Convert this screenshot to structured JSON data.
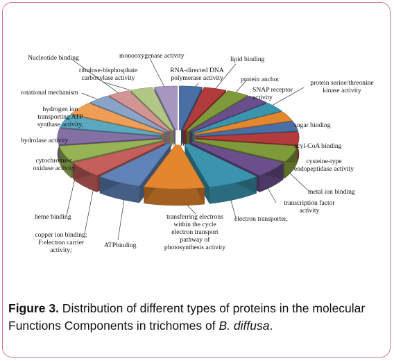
{
  "chart_data": {
    "type": "pie",
    "title": "",
    "categories": [
      "RNA-directed DNA polymerase activity",
      "lipid binding",
      "protein anchor",
      "SNAP receptor activity",
      "protein serine/threonine kinase activity",
      "sugar binding",
      "acyl-CoA binding",
      "cysteine-type endopeptidase activity",
      "metal ion binding",
      "transcription factor activity",
      "electron transporter,",
      "transferring electrons within the cycle electron transport pathway of photosynthesis activity",
      "ATPbinding",
      "copper ion binding; F:electron carrier activity;",
      "heme binding",
      "cytochrome-c oxidase activity",
      "hydrolase activity",
      "hydrogen ion transporting ATP synthase activity,",
      "rotational mechanism",
      "Nucleotide binding",
      "ribulose-bisphosphate carboxylase activity",
      "monooxygenase activity"
    ],
    "values": [
      3,
      3,
      3,
      3,
      3,
      3,
      3,
      4,
      5,
      5,
      7,
      8,
      6,
      5,
      5,
      5,
      4,
      4,
      3,
      3,
      3,
      3
    ],
    "colors": [
      "#4a6fa5",
      "#b23b3b",
      "#7f9a3a",
      "#6a4f8c",
      "#3b94ae",
      "#e3862e",
      "#4a6fa5",
      "#b23b3b",
      "#7f9a3a",
      "#6a4f8c",
      "#3b94ae",
      "#e3862e",
      "#5f83b8",
      "#c45f5c",
      "#96b356",
      "#8470a3",
      "#5aa9c0",
      "#ee9f55",
      "#8aa4c9",
      "#d39593",
      "#b2c785",
      "#a597bf"
    ],
    "legend": "labels around slices"
  },
  "labels": {
    "l0": "RNA-directed DNA\npolymerase activity",
    "l1": "lipid binding",
    "l2": "protein anchor",
    "l3": "SNAP receptor\nactivity",
    "l4": "protein serine/threonine\nkinase activity",
    "l5": "sugar binding",
    "l6": "acyl-CoA binding",
    "l7": "cysteine-type\nendopeptidase activity",
    "l8": "metal ion binding",
    "l9": "transcription factor\nactivity",
    "l10": "electron transporter,",
    "l11": "transferring electrons\nwithin the cycle\nelectron transport\npathway of\nphotosynthesis activity",
    "l12": "ATPbinding",
    "l13": "copper ion binding;\nF:electron carrier\nactivity;",
    "l14": "heme binding",
    "l15": "cytochrome-c\noxidase activity",
    "l16": "hydrolase activity",
    "l17": "hydrogen ion\ntransporting ATP\nsynthase activity,",
    "l18": "rotational mechanism",
    "l19": "Nucleotide binding",
    "l20": "ribulose-bisphosphate\ncarboxylase activity",
    "l21": "monooxygenase activity"
  },
  "caption": {
    "figure_label": "Figure 3.",
    "text": " Distribution of different types of proteins in the molecular Functions Components in trichomes of ",
    "species": "B. diffusa",
    "end": "."
  }
}
